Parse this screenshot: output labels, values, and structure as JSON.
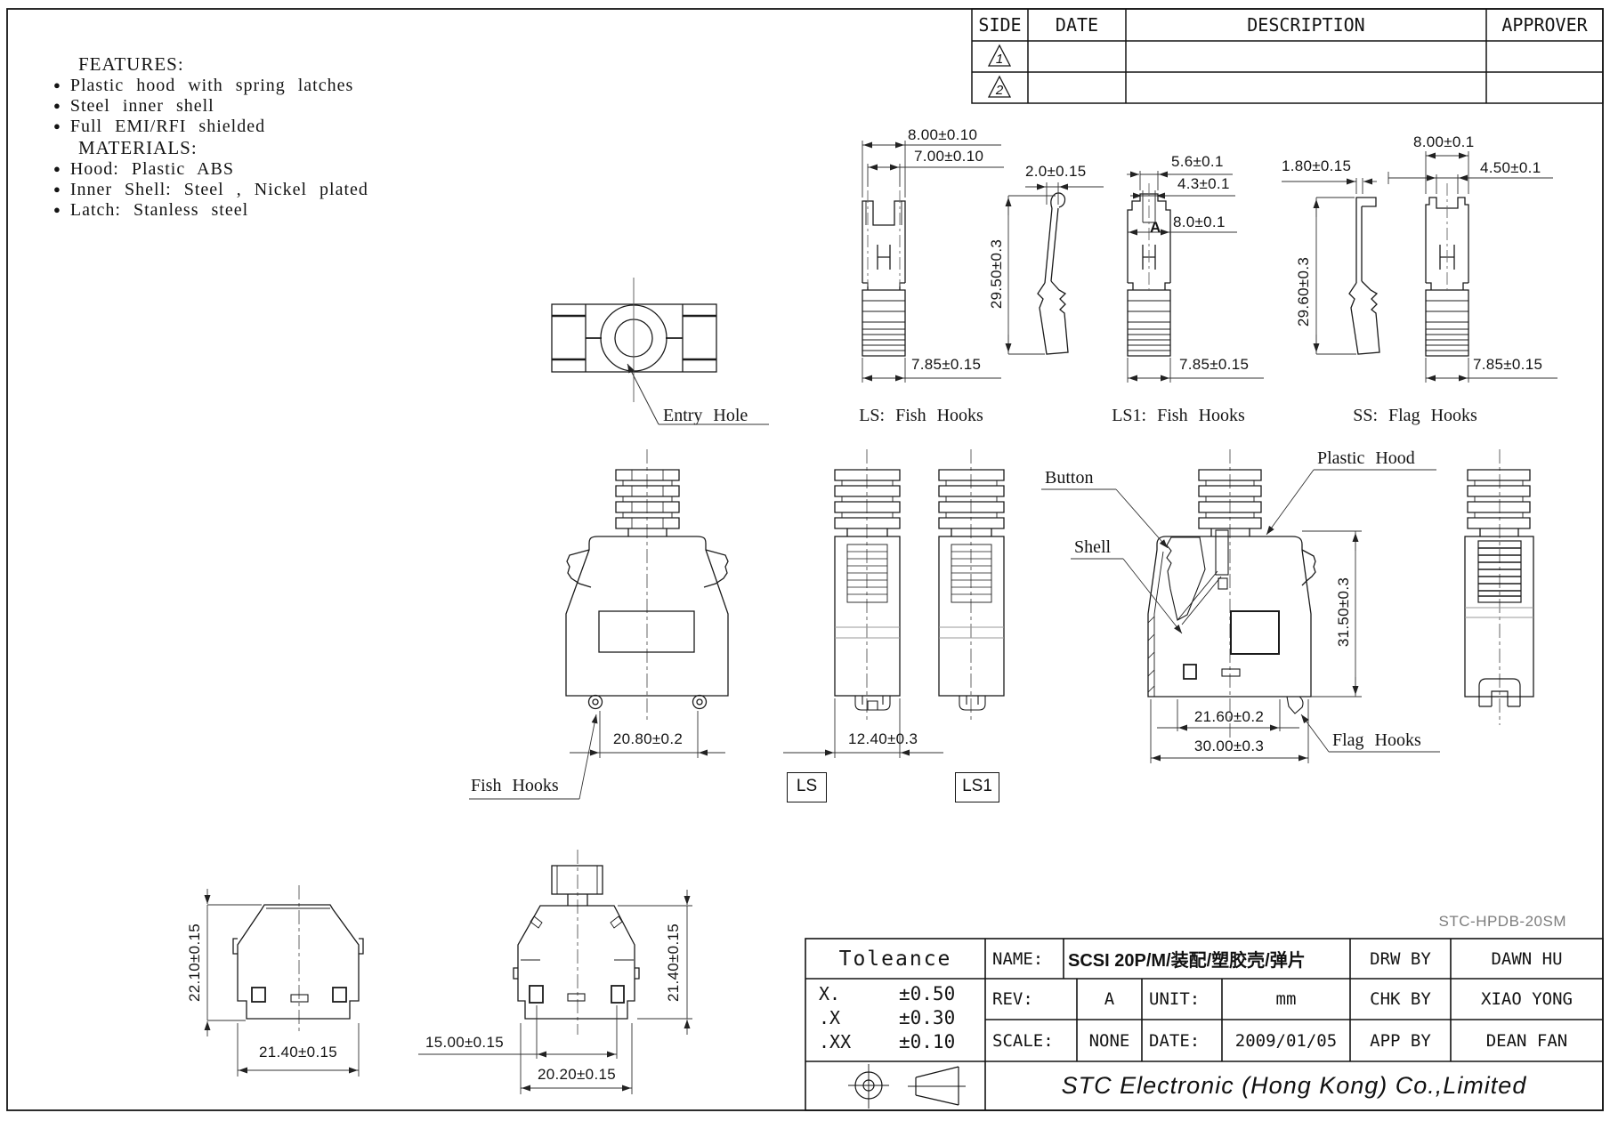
{
  "sheet": {
    "part_number": "STC-HPDB-20SM"
  },
  "notes": {
    "features_title": "FEATURES:",
    "feature_1": "Plastic hood with spring latches",
    "feature_2": "Steel inner shell",
    "feature_3": "Full EMI/RFI shielded",
    "materials_title": "MATERIALS:",
    "material_1": "Hood: Plastic ABS",
    "material_2": "Inner Shell: Steel , Nickel plated",
    "material_3": "Latch: Stanless steel"
  },
  "rev_table": {
    "col_side": "SIDE",
    "col_date": "DATE",
    "col_description": "DESCRIPTION",
    "col_approver": "APPROVER",
    "row1_marker": "1",
    "row2_marker": "2"
  },
  "labels": {
    "entry_hole": "Entry Hole",
    "ls_view": "LS: Fish Hooks",
    "ls1_view": "LS1: Fish Hooks",
    "ss_view": "SS: Flag Hooks",
    "fish_hooks": "Fish Hooks",
    "flag_hooks": "Flag Hooks",
    "button": "Button",
    "shell": "Shell",
    "plastic_hood": "Plastic Hood",
    "ls_tag": "LS",
    "ls1_tag": "LS1",
    "detail_a": "A"
  },
  "dims": {
    "ls_w_outer": "8.00±0.10",
    "ls_w_inner": "7.00±0.10",
    "ls_hook_t": "2.0±0.15",
    "ls_h": "29.50±0.3",
    "ls_boot": "7.85±0.15",
    "ls1_w_outer": "5.6±0.1",
    "ls1_w_inner": "4.3±0.1",
    "ls1_body_w": "8.0±0.1",
    "ls1_hook_t": "1.80±0.15",
    "ls1_h": "29.60±0.3",
    "ls1_boot": "7.85±0.15",
    "ss_w_outer": "8.00±0.1",
    "ss_w_inner": "4.50±0.1",
    "ss_boot": "7.85±0.15",
    "front_w": "20.80±0.2",
    "side_w": "12.40±0.3",
    "cut_w_inner": "21.60±0.2",
    "cut_w_outer": "30.00±0.3",
    "cut_h": "31.50±0.3",
    "b1_h": "22.10±0.15",
    "b1_w": "21.40±0.15",
    "b2_pitch": "15.00±0.15",
    "b2_w": "20.20±0.15",
    "b2_h": "21.40±0.15"
  },
  "title_block": {
    "tolerance_title": "Toleance",
    "tol1_label": "X.",
    "tol1_value": "±0.50",
    "tol2_label": ".X",
    "tol2_value": "±0.30",
    "tol3_label": ".XX",
    "tol3_value": "±0.10",
    "name_label": "NAME:",
    "name_value": "SCSI 20P/M/装配/塑胶壳/弹片",
    "rev_label": "REV:",
    "rev_value": "A",
    "unit_label": "UNIT:",
    "unit_value": "mm",
    "scale_label": "SCALE:",
    "scale_value": "NONE",
    "date_label": "DATE:",
    "date_value": "2009/01/05",
    "drw_label": "DRW BY",
    "drw_value": "DAWN HU",
    "chk_label": "CHK BY",
    "chk_value": "XIAO YONG",
    "app_label": "APP BY",
    "app_value": "DEAN FAN",
    "company": "STC Electronic (Hong Kong) Co.,Limited"
  }
}
